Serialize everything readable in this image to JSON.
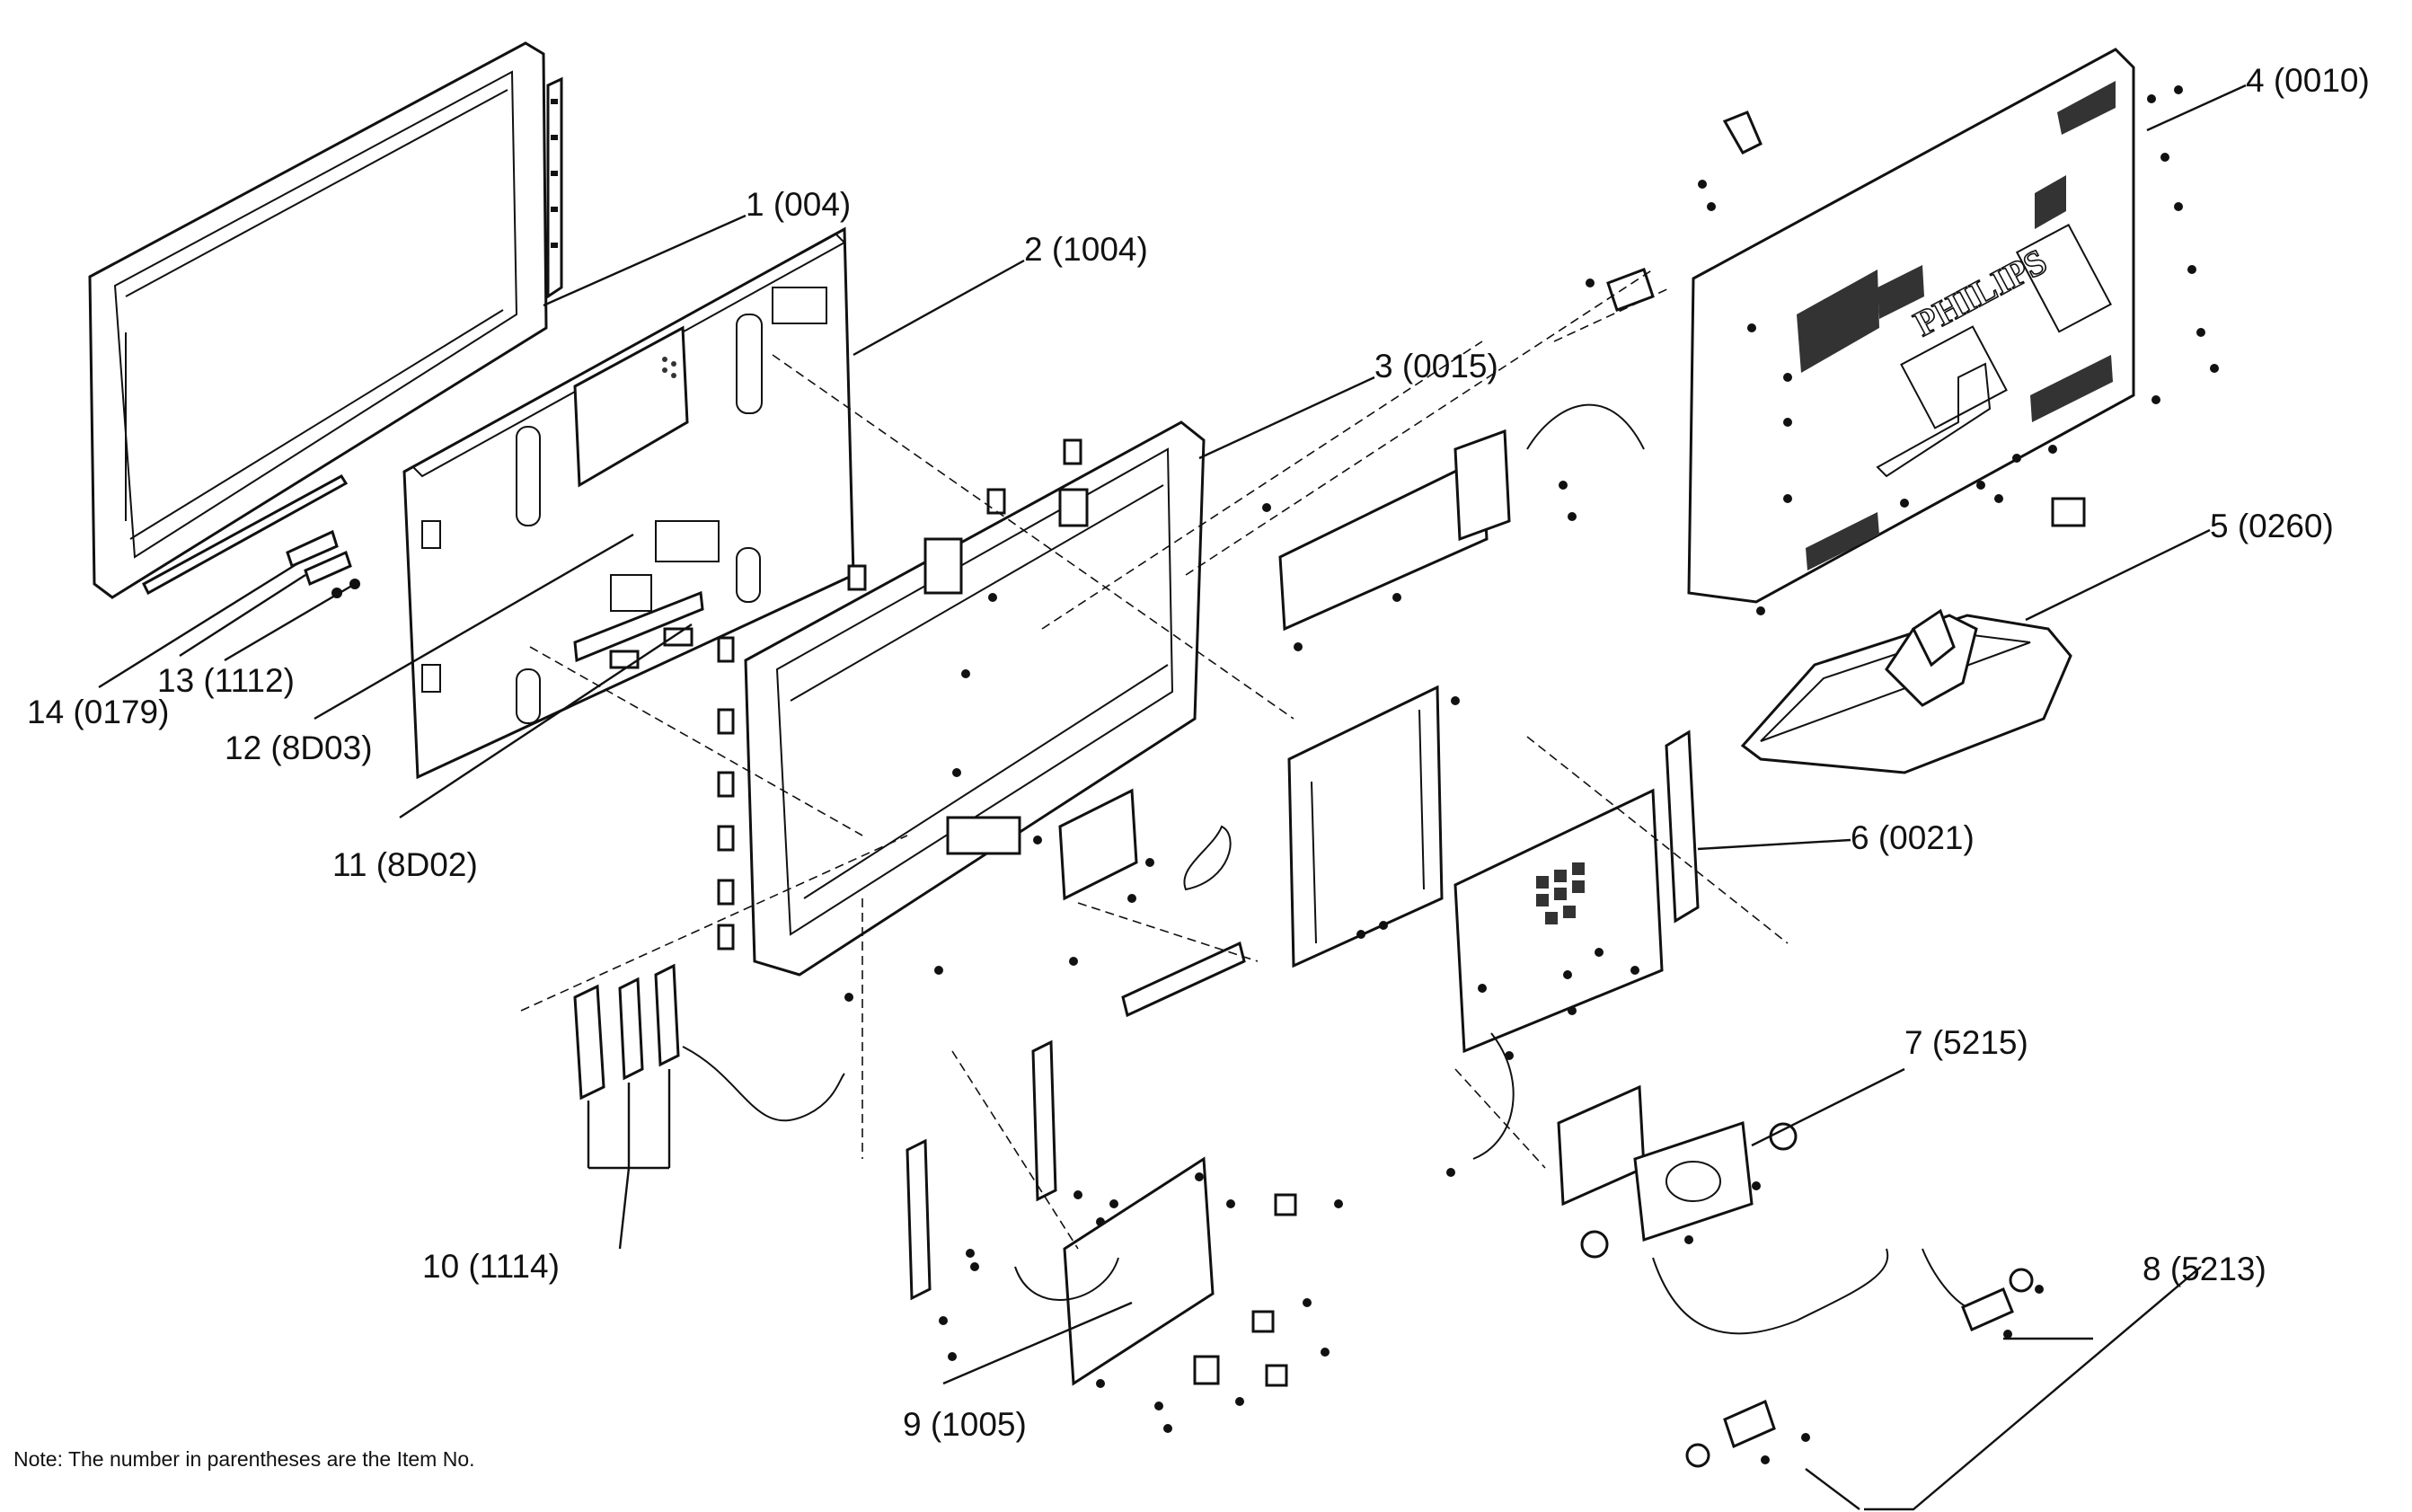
{
  "callouts": [
    {
      "id": "1",
      "text": "1 (004)"
    },
    {
      "id": "2",
      "text": "2 (1004)"
    },
    {
      "id": "3",
      "text": "3 (0015)"
    },
    {
      "id": "4",
      "text": "4 (0010)"
    },
    {
      "id": "5",
      "text": "5 (0260)"
    },
    {
      "id": "6",
      "text": "6 (0021)"
    },
    {
      "id": "7",
      "text": "7 (5215)"
    },
    {
      "id": "8",
      "text": "8 (5213)"
    },
    {
      "id": "9",
      "text": "9 (1005)"
    },
    {
      "id": "10",
      "text": "10 (1114)"
    },
    {
      "id": "11",
      "text": "11 (8D02)"
    },
    {
      "id": "12",
      "text": "12 (8D03)"
    },
    {
      "id": "13",
      "text": "13 (1112)"
    },
    {
      "id": "14",
      "text": "14 (0179)"
    }
  ],
  "brand_text": "PHILIPS",
  "note": "Note: The number in parentheses are the Item No."
}
